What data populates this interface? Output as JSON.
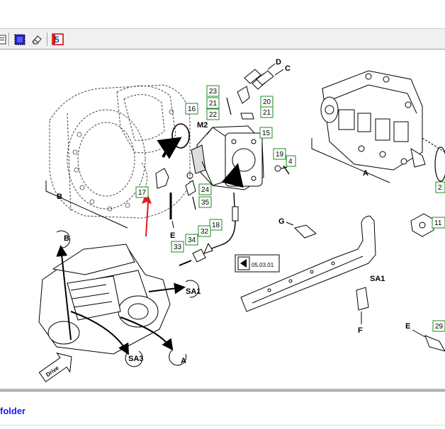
{
  "toolbar": {
    "buttons": [
      {
        "name": "page-icon"
      },
      {
        "name": "select-all-icon"
      },
      {
        "name": "eraser-icon"
      },
      {
        "name": "parts-list-icon"
      }
    ]
  },
  "diagram": {
    "callouts": [
      "16",
      "17",
      "18",
      "19",
      "20",
      "21",
      "21",
      "22",
      "23",
      "24",
      "15",
      "32",
      "33",
      "34",
      "35",
      "4",
      "29",
      "11",
      "2"
    ],
    "letters": [
      "A",
      "B",
      "C",
      "D",
      "E",
      "F",
      "G",
      "E",
      "M2"
    ],
    "views": [
      "A",
      "B",
      "SA1",
      "SA3",
      "SA1"
    ],
    "ref_link": "05.03.01",
    "direction_badge": "Drive"
  },
  "footer": {
    "link_text": "folder"
  },
  "colors": {
    "callout_border": "#1e8a1e",
    "arrow": "#e02020",
    "link": "#1a1aff"
  }
}
